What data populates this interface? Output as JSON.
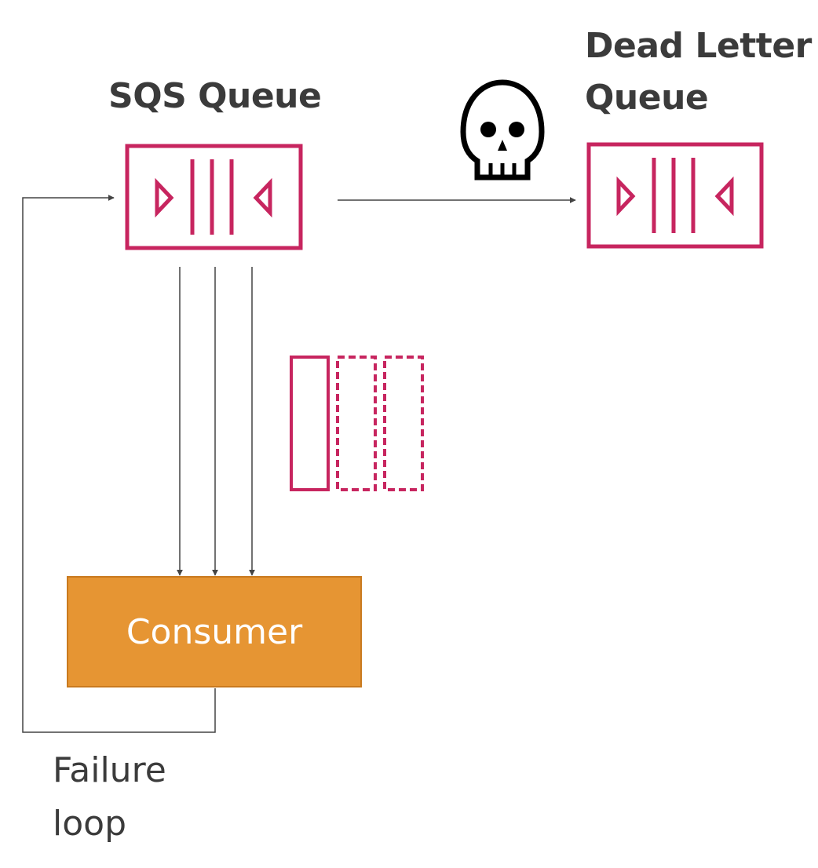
{
  "sqs_queue": {
    "title": "SQS Queue"
  },
  "dead_letter_queue": {
    "title_line1": "Dead Letter",
    "title_line2": "Queue"
  },
  "consumer": {
    "label": "Consumer"
  },
  "failure_loop": {
    "line1": "Failure",
    "line2": "loop"
  },
  "colors": {
    "queue_stroke": "#c7255f",
    "consumer_fill": "#e69533",
    "connector": "#444444",
    "text": "#3b3b3b"
  },
  "icons": [
    "queue-icon",
    "skull-icon",
    "message-icon"
  ]
}
